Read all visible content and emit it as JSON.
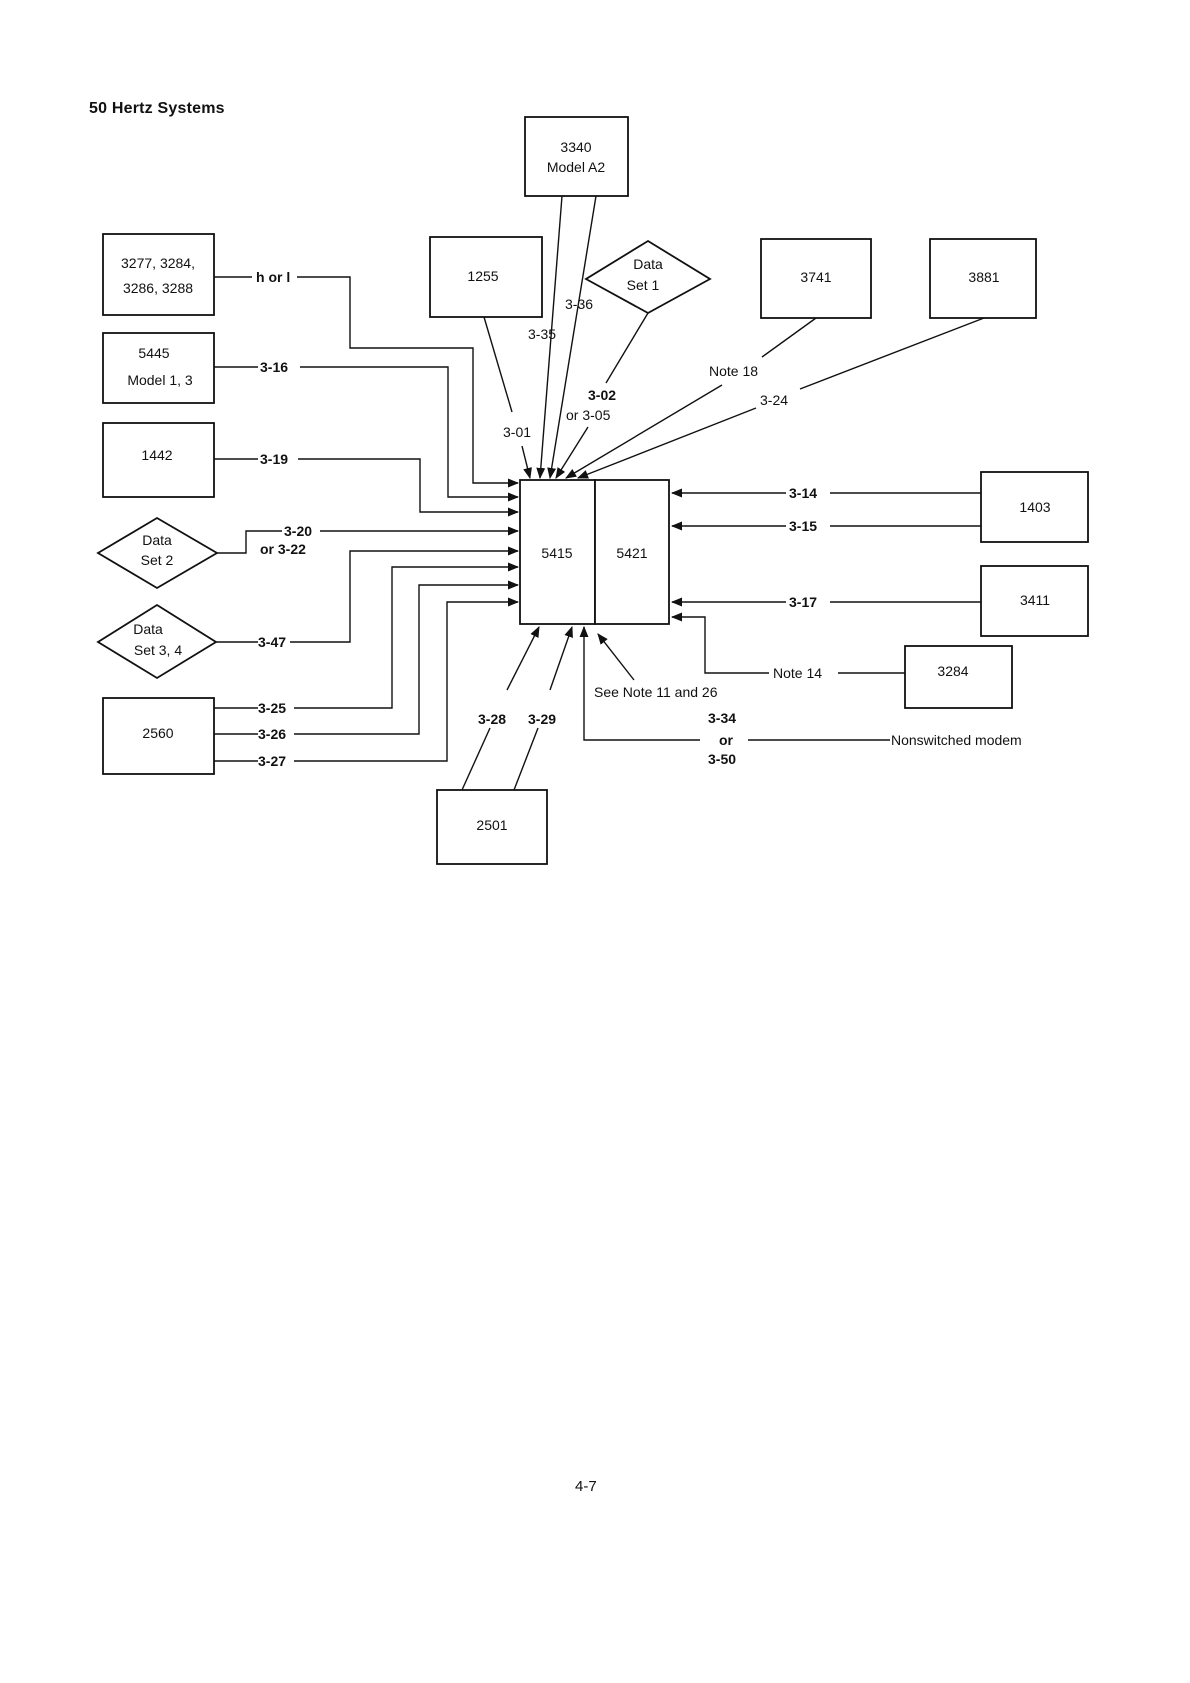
{
  "title": "50 Hertz Systems",
  "page_number": "4-7",
  "devices": {
    "d3340_line1": "3340",
    "d3340_line2": "Model A2",
    "d3277_line1": "3277, 3284,",
    "d3277_line2": "3286, 3288",
    "d5445_line1": "5445",
    "d5445_line2": "Model 1, 3",
    "d1442": "1442",
    "d1255": "1255",
    "d3741": "3741",
    "d3881": "3881",
    "d5415": "5415",
    "d5421": "5421",
    "d1403": "1403",
    "d3411": "3411",
    "d3284": "3284",
    "d2560": "2560",
    "d2501": "2501"
  },
  "datasets": {
    "ds1_line1": "Data",
    "ds1_line2": "Set 1",
    "ds2_line1": "Data",
    "ds2_line2": "Set 2",
    "ds34_line1": "Data",
    "ds34_line2": "Set 3, 4"
  },
  "cables": {
    "h_or_l": "h or l",
    "c316": "3-16",
    "c319": "3-19",
    "c320": "3-20",
    "c322": "or  3-22",
    "c347": "3-47",
    "c325": "3-25",
    "c326": "3-26",
    "c327": "3-27",
    "c301": "3-01",
    "c335": "3-35",
    "c336": "3-36",
    "c302": "3-02",
    "c305": "or  3-05",
    "note18": "Note 18",
    "c324": "3-24",
    "c314": "3-14",
    "c315": "3-15",
    "c317": "3-17",
    "note14": "Note 14",
    "note11": "See Note 11 and 26",
    "c328": "3-28",
    "c329": "3-29",
    "c334": "3-34",
    "c334_or": "or",
    "c350": "3-50",
    "modem": "Nonswitched modem"
  }
}
